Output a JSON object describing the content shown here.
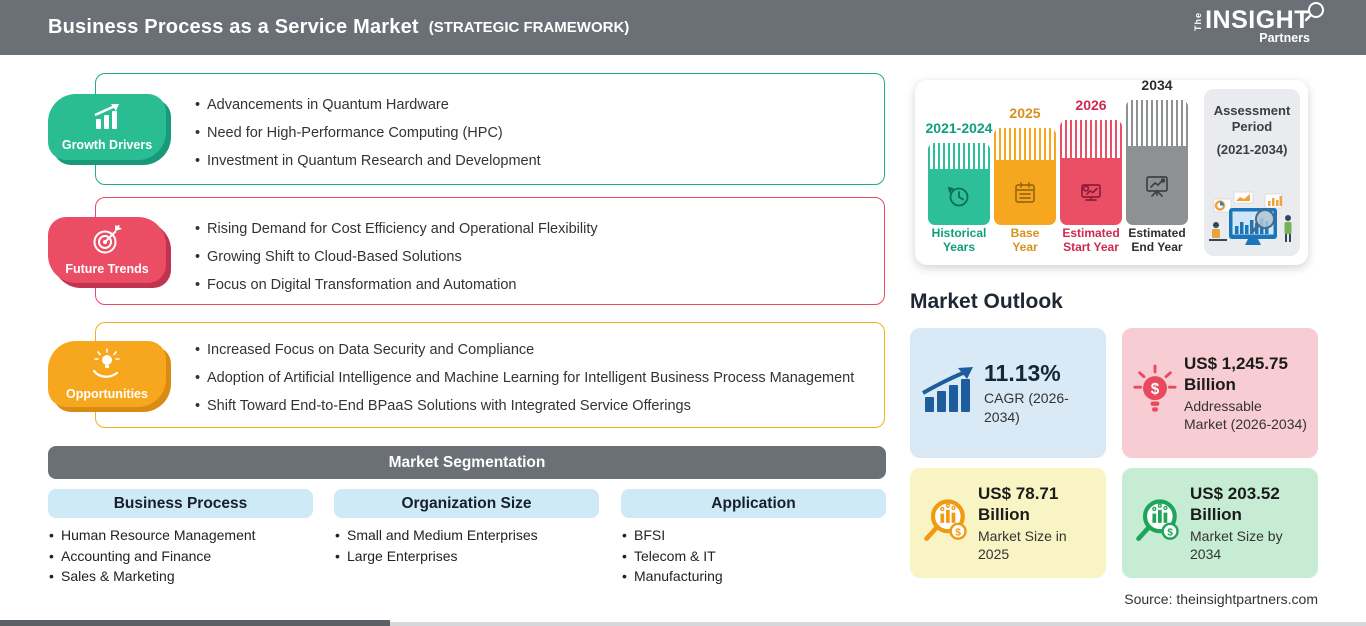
{
  "header": {
    "title": "Business Process as a Service Market",
    "subtitle": "(STRATEGIC FRAMEWORK)",
    "logo": {
      "the": "The",
      "insight": "INSIGHT",
      "partners": "Partners"
    }
  },
  "sections": [
    {
      "label": "Growth Drivers",
      "color": "#2abd94",
      "bullets": [
        "Advancements in Quantum Hardware",
        "Need for High-Performance Computing (HPC)",
        "Investment in Quantum Research and Development"
      ]
    },
    {
      "label": "Future Trends",
      "color": "#ea4d64",
      "bullets": [
        "Rising Demand for Cost Efficiency and Operational Flexibility",
        "Growing Shift to Cloud-Based Solutions",
        "Focus on Digital Transformation and Automation"
      ]
    },
    {
      "label": "Opportunities",
      "color": "#f6a71d",
      "bullets": [
        "Increased Focus on Data Security and Compliance",
        "Adoption of Artificial Intelligence and Machine Learning for Intelligent Business Process Management",
        "Shift Toward End-to-End BPaaS Solutions with Integrated Service Offerings"
      ]
    }
  ],
  "segmentation": {
    "title": "Market Segmentation",
    "columns": [
      {
        "header": "Business Process",
        "items": [
          "Human Resource Management",
          "Accounting and Finance",
          "Sales & Marketing"
        ]
      },
      {
        "header": "Organization Size",
        "items": [
          "Small and Medium Enterprises",
          "Large Enterprises"
        ]
      },
      {
        "header": "Application",
        "items": [
          "BFSI",
          "Telecom & IT",
          "Manufacturing"
        ]
      }
    ]
  },
  "timeline": {
    "bars": [
      {
        "year": "2021-2024",
        "label": "Historical\nYears",
        "color": "#2dbf97"
      },
      {
        "year": "2025",
        "label": "Base\nYear",
        "color": "#f6a71f"
      },
      {
        "year": "2026",
        "label": "Estimated\nStart Year",
        "color": "#eb4f65"
      },
      {
        "year": "2034",
        "label": "Estimated\nEnd Year",
        "color": "#8e9192"
      }
    ],
    "assessment": {
      "title": "Assessment\nPeriod",
      "range": "(2021-2034)"
    }
  },
  "outlook": {
    "title": "Market Outlook",
    "cards": [
      {
        "value": "11.13%",
        "desc": "CAGR (2026-2034)",
        "bg": "#d9e9f6"
      },
      {
        "value": "US$ 1,245.75\nBillion",
        "desc": "Addressable Market (2026-2034)",
        "bg": "#f8ccd3"
      },
      {
        "value": "US$ 78.71\nBillion",
        "desc": "Market Size in 2025",
        "bg": "#f9f4c3"
      },
      {
        "value": "US$ 203.52\nBillion",
        "desc": "Market Size by 2034",
        "bg": "#c6edd3"
      }
    ]
  },
  "source": "Source: theinsightpartners.com"
}
